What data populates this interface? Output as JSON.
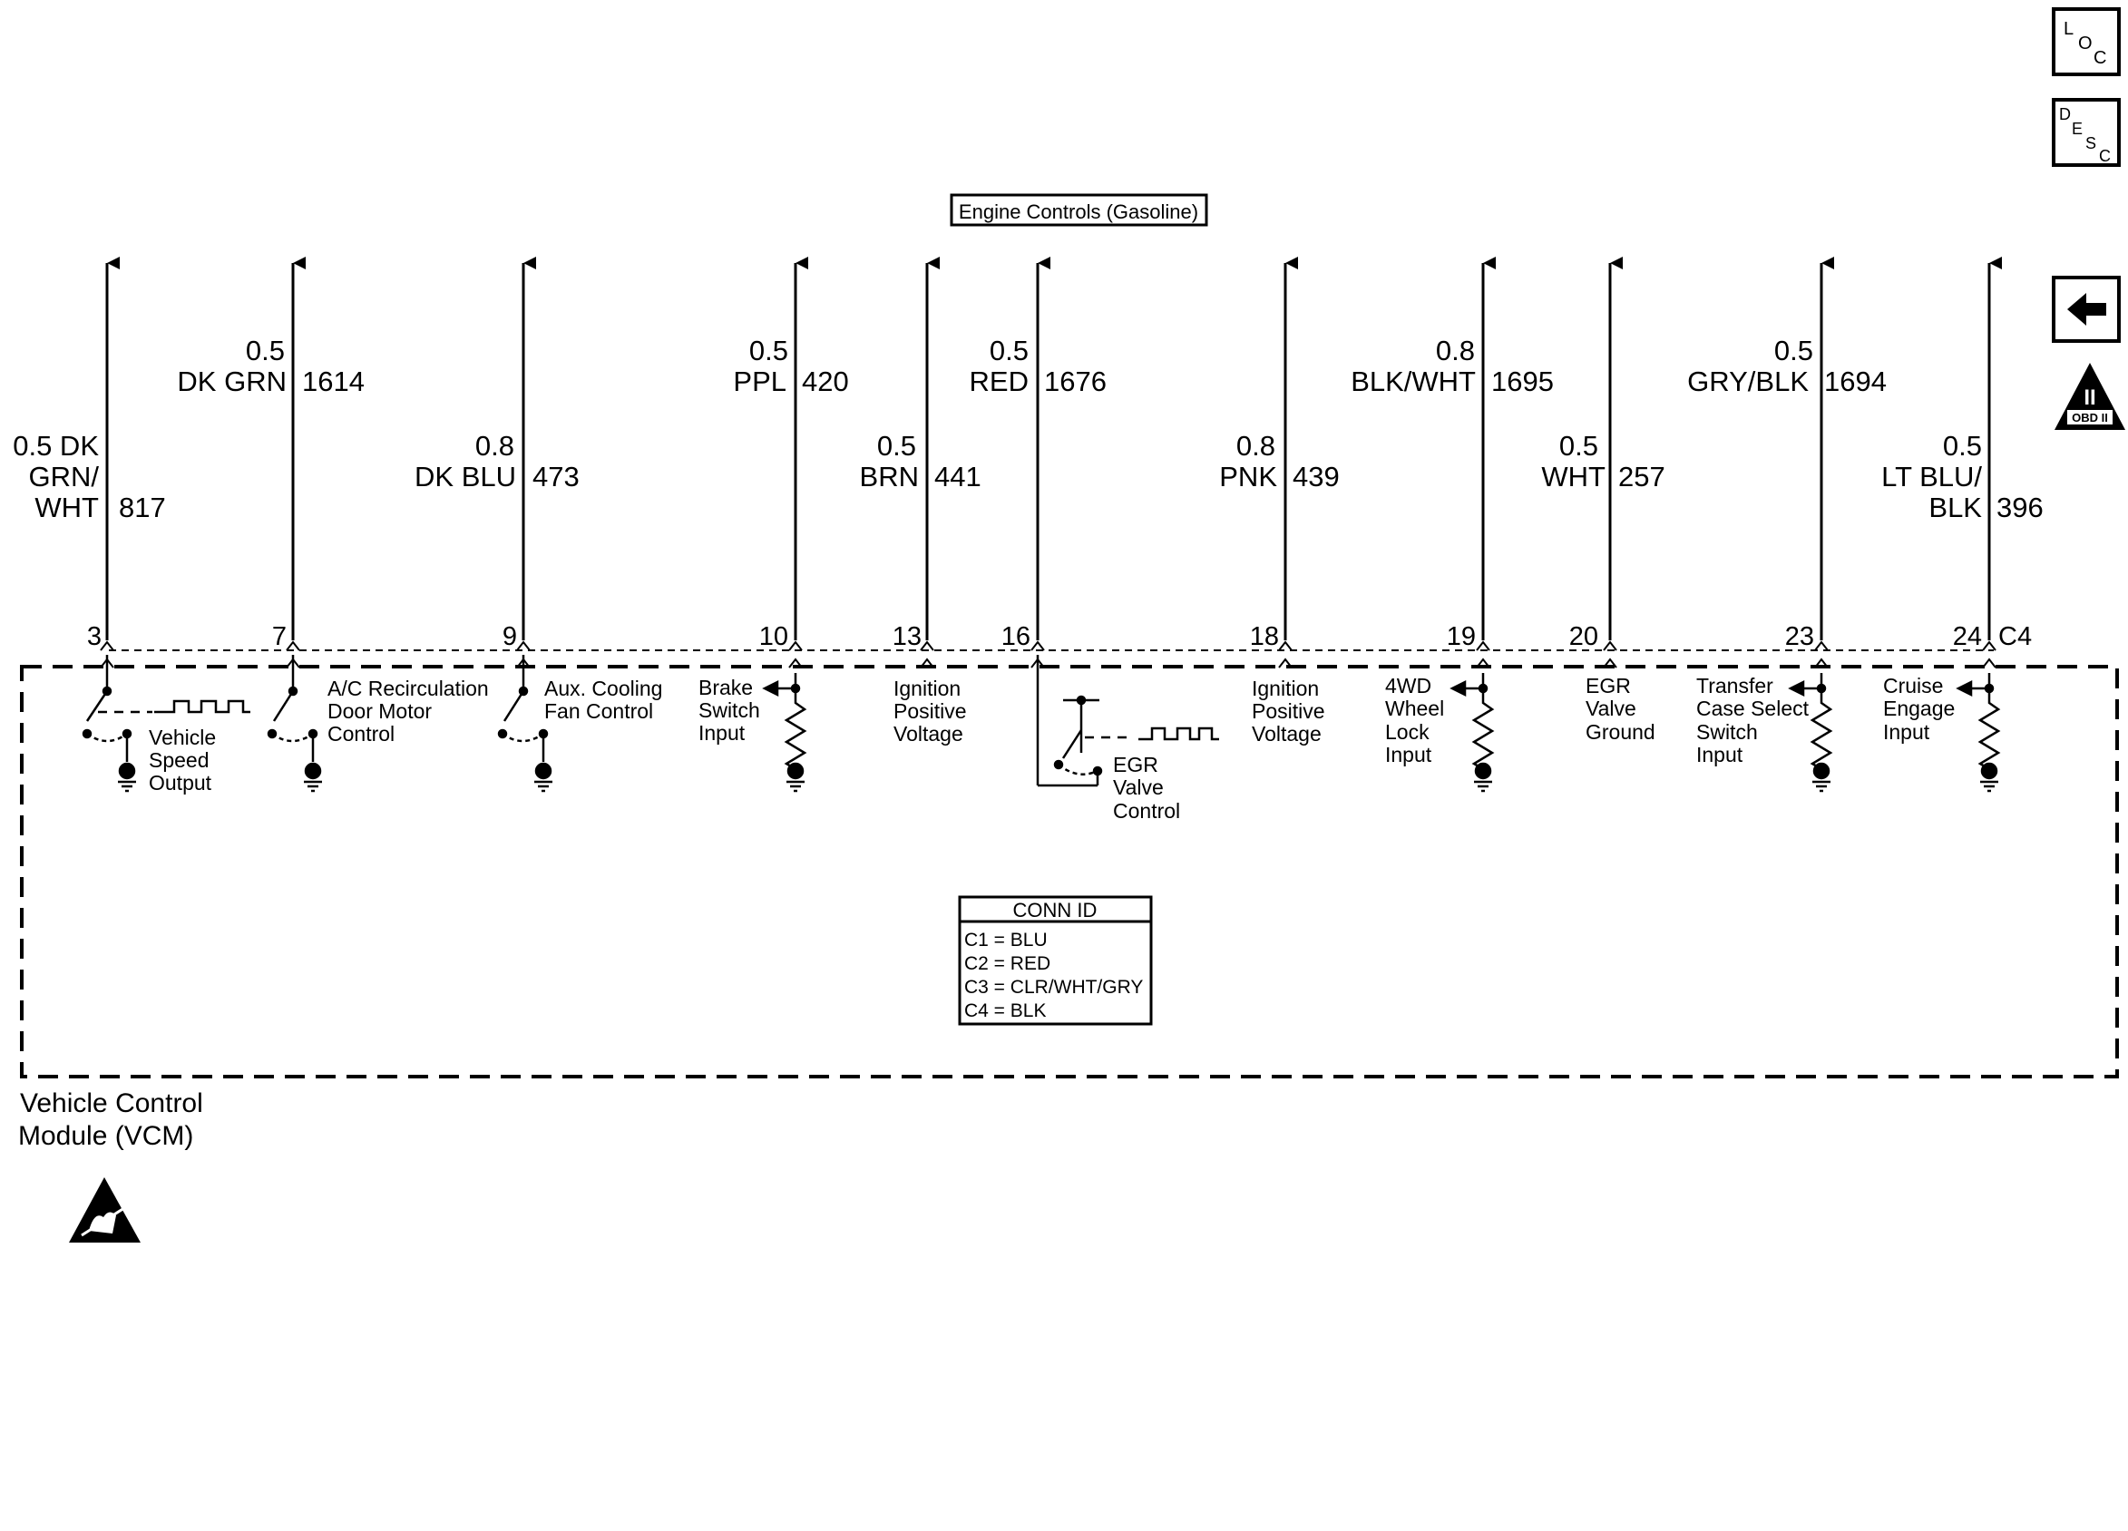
{
  "nav": {
    "loc": {
      "l1": "L",
      "l2": "O",
      "l3": "C"
    },
    "desc": {
      "l1": "D",
      "l2": "E",
      "l3": "S",
      "l4": "C"
    },
    "back_icon": "left-arrow-icon",
    "obd_label": "OBD II",
    "obd_numeral": "II"
  },
  "title_box": "Engine Controls (Gasoline)",
  "circuits": [
    {
      "pin": "3",
      "gauge": "0.5 DK",
      "color_lines": [
        "GRN/",
        "WHT"
      ],
      "circuit": "817",
      "desc": [
        "Vehicle",
        "Speed",
        "Output"
      ]
    },
    {
      "pin": "7",
      "gauge": "0.5",
      "color_lines": [
        "DK GRN"
      ],
      "circuit": "1614",
      "desc": [
        "A/C Recirculation",
        "Door Motor",
        "Control"
      ]
    },
    {
      "pin": "9",
      "gauge": "0.8",
      "color_lines": [
        "DK BLU"
      ],
      "circuit": "473",
      "desc": [
        "Aux. Cooling",
        "Fan Control"
      ]
    },
    {
      "pin": "10",
      "gauge": "0.5",
      "color_lines": [
        "PPL"
      ],
      "circuit": "420",
      "desc": [
        "Brake",
        "Switch",
        "Input"
      ]
    },
    {
      "pin": "13",
      "gauge": "0.5",
      "color_lines": [
        "BRN"
      ],
      "circuit": "441",
      "desc": [
        "Ignition",
        "Positive",
        "Voltage"
      ]
    },
    {
      "pin": "16",
      "gauge": "0.5",
      "color_lines": [
        "RED"
      ],
      "circuit": "1676",
      "desc": [
        "EGR",
        "Valve",
        "Control"
      ]
    },
    {
      "pin": "18",
      "gauge": "0.8",
      "color_lines": [
        "PNK"
      ],
      "circuit": "439",
      "desc": [
        "Ignition",
        "Positive",
        "Voltage"
      ]
    },
    {
      "pin": "19",
      "gauge": "0.8",
      "color_lines": [
        "BLK/WHT"
      ],
      "circuit": "1695",
      "desc": [
        "4WD",
        "Wheel",
        "Lock",
        "Input"
      ]
    },
    {
      "pin": "20",
      "gauge": "0.5",
      "color_lines": [
        "WHT"
      ],
      "circuit": "257",
      "desc": [
        "EGR",
        "Valve",
        "Ground"
      ]
    },
    {
      "pin": "23",
      "gauge": "0.5",
      "color_lines": [
        "GRY/BLK"
      ],
      "circuit": "1694",
      "desc": [
        "Transfer",
        "Case Select",
        "Switch",
        "Input"
      ]
    },
    {
      "pin": "24",
      "gauge": "0.5",
      "color_lines": [
        "LT BLU/",
        "BLK"
      ],
      "circuit": "396",
      "desc": [
        "Cruise",
        "Engage",
        "Input"
      ]
    }
  ],
  "connector_label": "C4",
  "conn_id": {
    "title": "CONN ID",
    "rows": [
      "C1 = BLU",
      "C2 = RED",
      "C3 = CLR/WHT/GRY",
      "C4 = BLK"
    ]
  },
  "module": {
    "line1": "Vehicle Control",
    "line2": "Module (VCM)"
  },
  "esd_icon": "esd-warning-icon"
}
